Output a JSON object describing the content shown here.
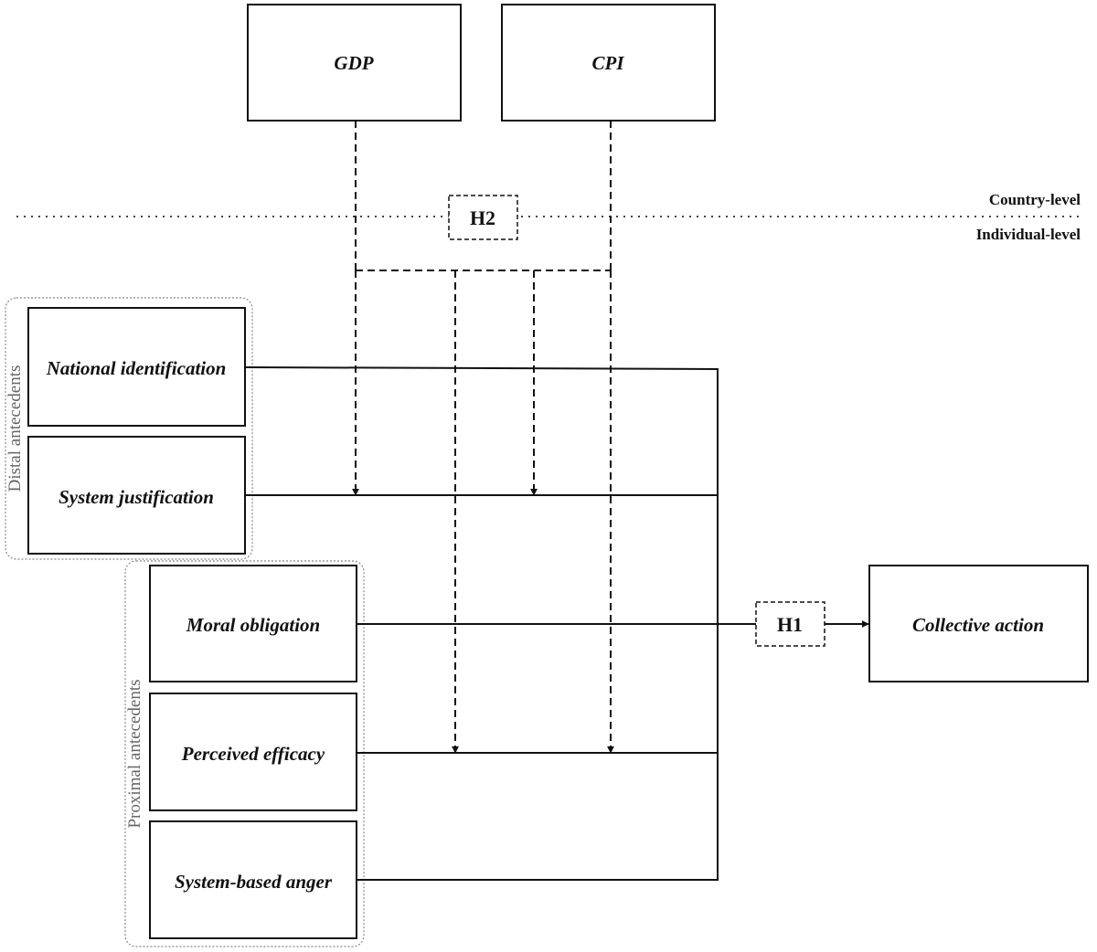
{
  "country_level": {
    "gdp": "GDP",
    "cpi": "CPI"
  },
  "levels": {
    "country": "Country-level",
    "individual": "Individual-level"
  },
  "hypotheses": {
    "h1": "H1",
    "h2": "H2"
  },
  "groups": {
    "distal": "Distal antecedents",
    "proximal": "Proximal antecedents"
  },
  "predictors": {
    "national_identification": "National identification",
    "system_justification": "System justification",
    "moral_obligation": "Moral obligation",
    "perceived_efficacy": "Perceived efficacy",
    "system_based_anger": "System-based anger"
  },
  "outcome": "Collective action"
}
